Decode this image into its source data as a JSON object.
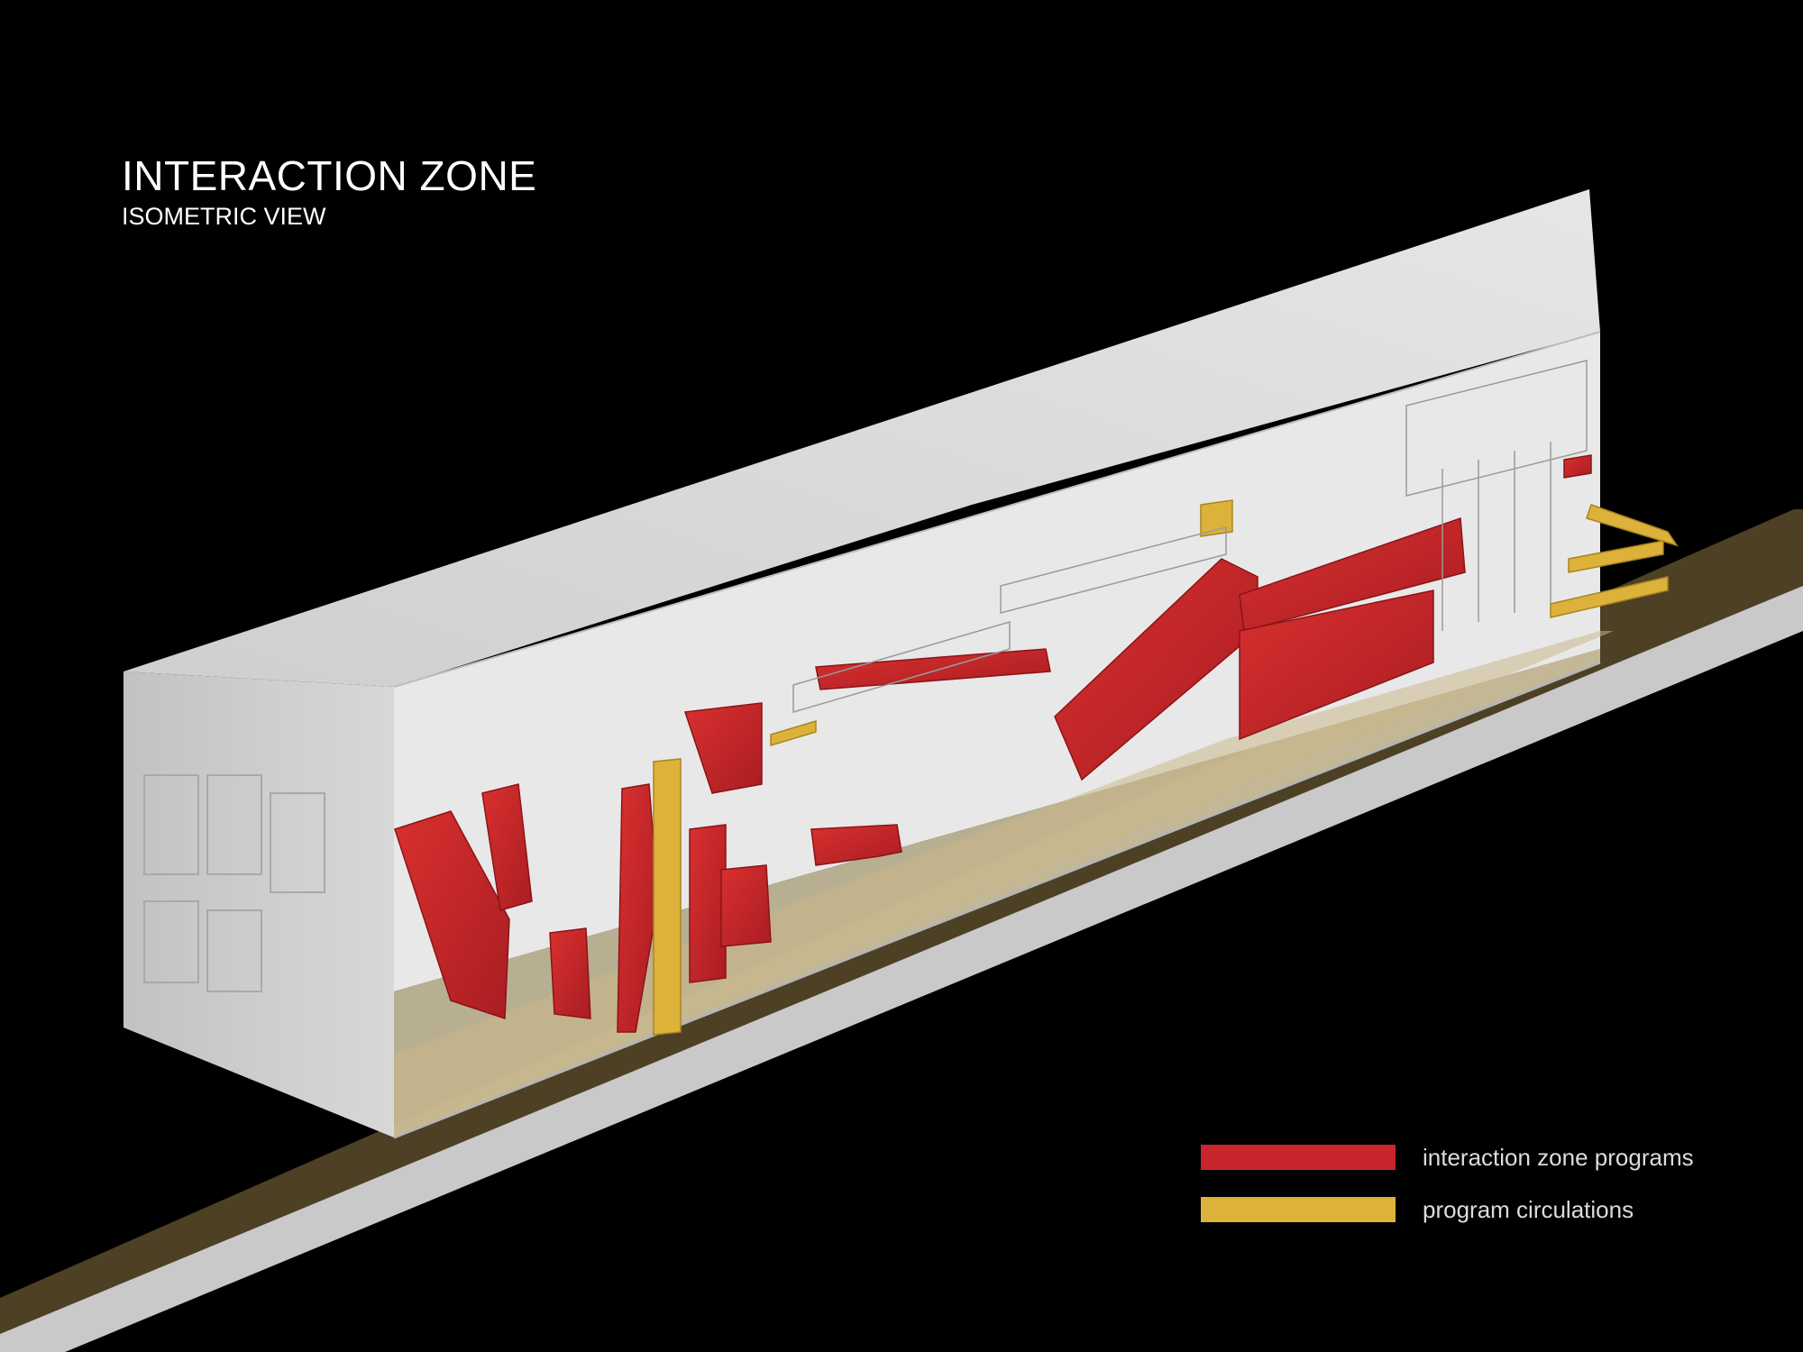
{
  "header": {
    "title": "INTERACTION ZONE",
    "subtitle": "ISOMETRIC VIEW"
  },
  "legend": {
    "items": [
      {
        "label": "interaction zone programs",
        "color": "#c8262c"
      },
      {
        "label": "program circulations",
        "color": "#dcb23a"
      }
    ]
  },
  "colors": {
    "background": "#000000",
    "program_red": "#c8262c",
    "circulation_yellow": "#dcb23a",
    "volume_grey": "#d9d9d9",
    "ground_gold": "#4d4024",
    "ground_edge": "#c9c9c9"
  }
}
